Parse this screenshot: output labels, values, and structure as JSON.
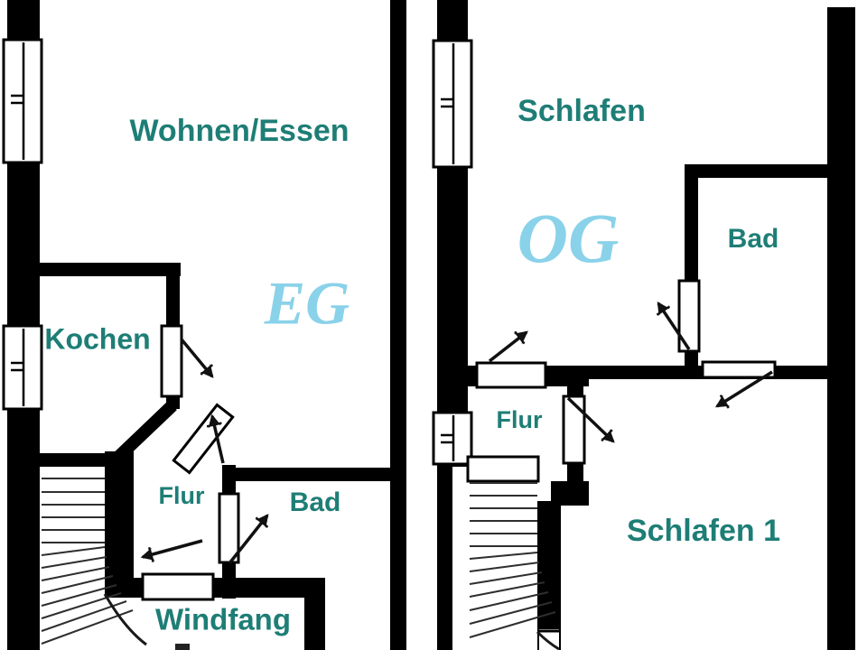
{
  "page": {
    "background": "#ffffff"
  },
  "colors": {
    "wall": "#000000",
    "room_label": "#1e7e76",
    "floor_tag": "#8ad2e9",
    "stair_line": "#2e2e2e"
  },
  "eg": {
    "floor_tag": "EG",
    "rooms": {
      "wohnen_essen": "Wohnen/Essen",
      "kochen": "Kochen",
      "flur": "Flur",
      "bad": "Bad",
      "windfang": "Windfang"
    }
  },
  "og": {
    "floor_tag": "OG",
    "rooms": {
      "schlafen": "Schlafen",
      "bad": "Bad",
      "flur": "Flur",
      "schlafen_1": "Schlafen 1"
    }
  }
}
